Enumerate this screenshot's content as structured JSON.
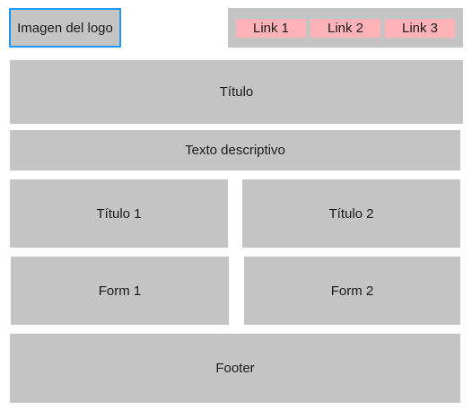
{
  "header": {
    "logo_label": "Imagen del logo",
    "nav_links": [
      "Link 1",
      "Link 2",
      "Link 3"
    ]
  },
  "hero": {
    "title": "Título",
    "description": "Texto descriptivo"
  },
  "columns": {
    "title_1": "Título 1",
    "title_2": "Título 2"
  },
  "forms": {
    "form_1": "Form 1",
    "form_2": "Form 2"
  },
  "footer": {
    "label": "Footer"
  },
  "colors": {
    "block_gray": "#c4c4c4",
    "link_pink": "#ffb3b8",
    "logo_border_blue": "#2196f3"
  }
}
